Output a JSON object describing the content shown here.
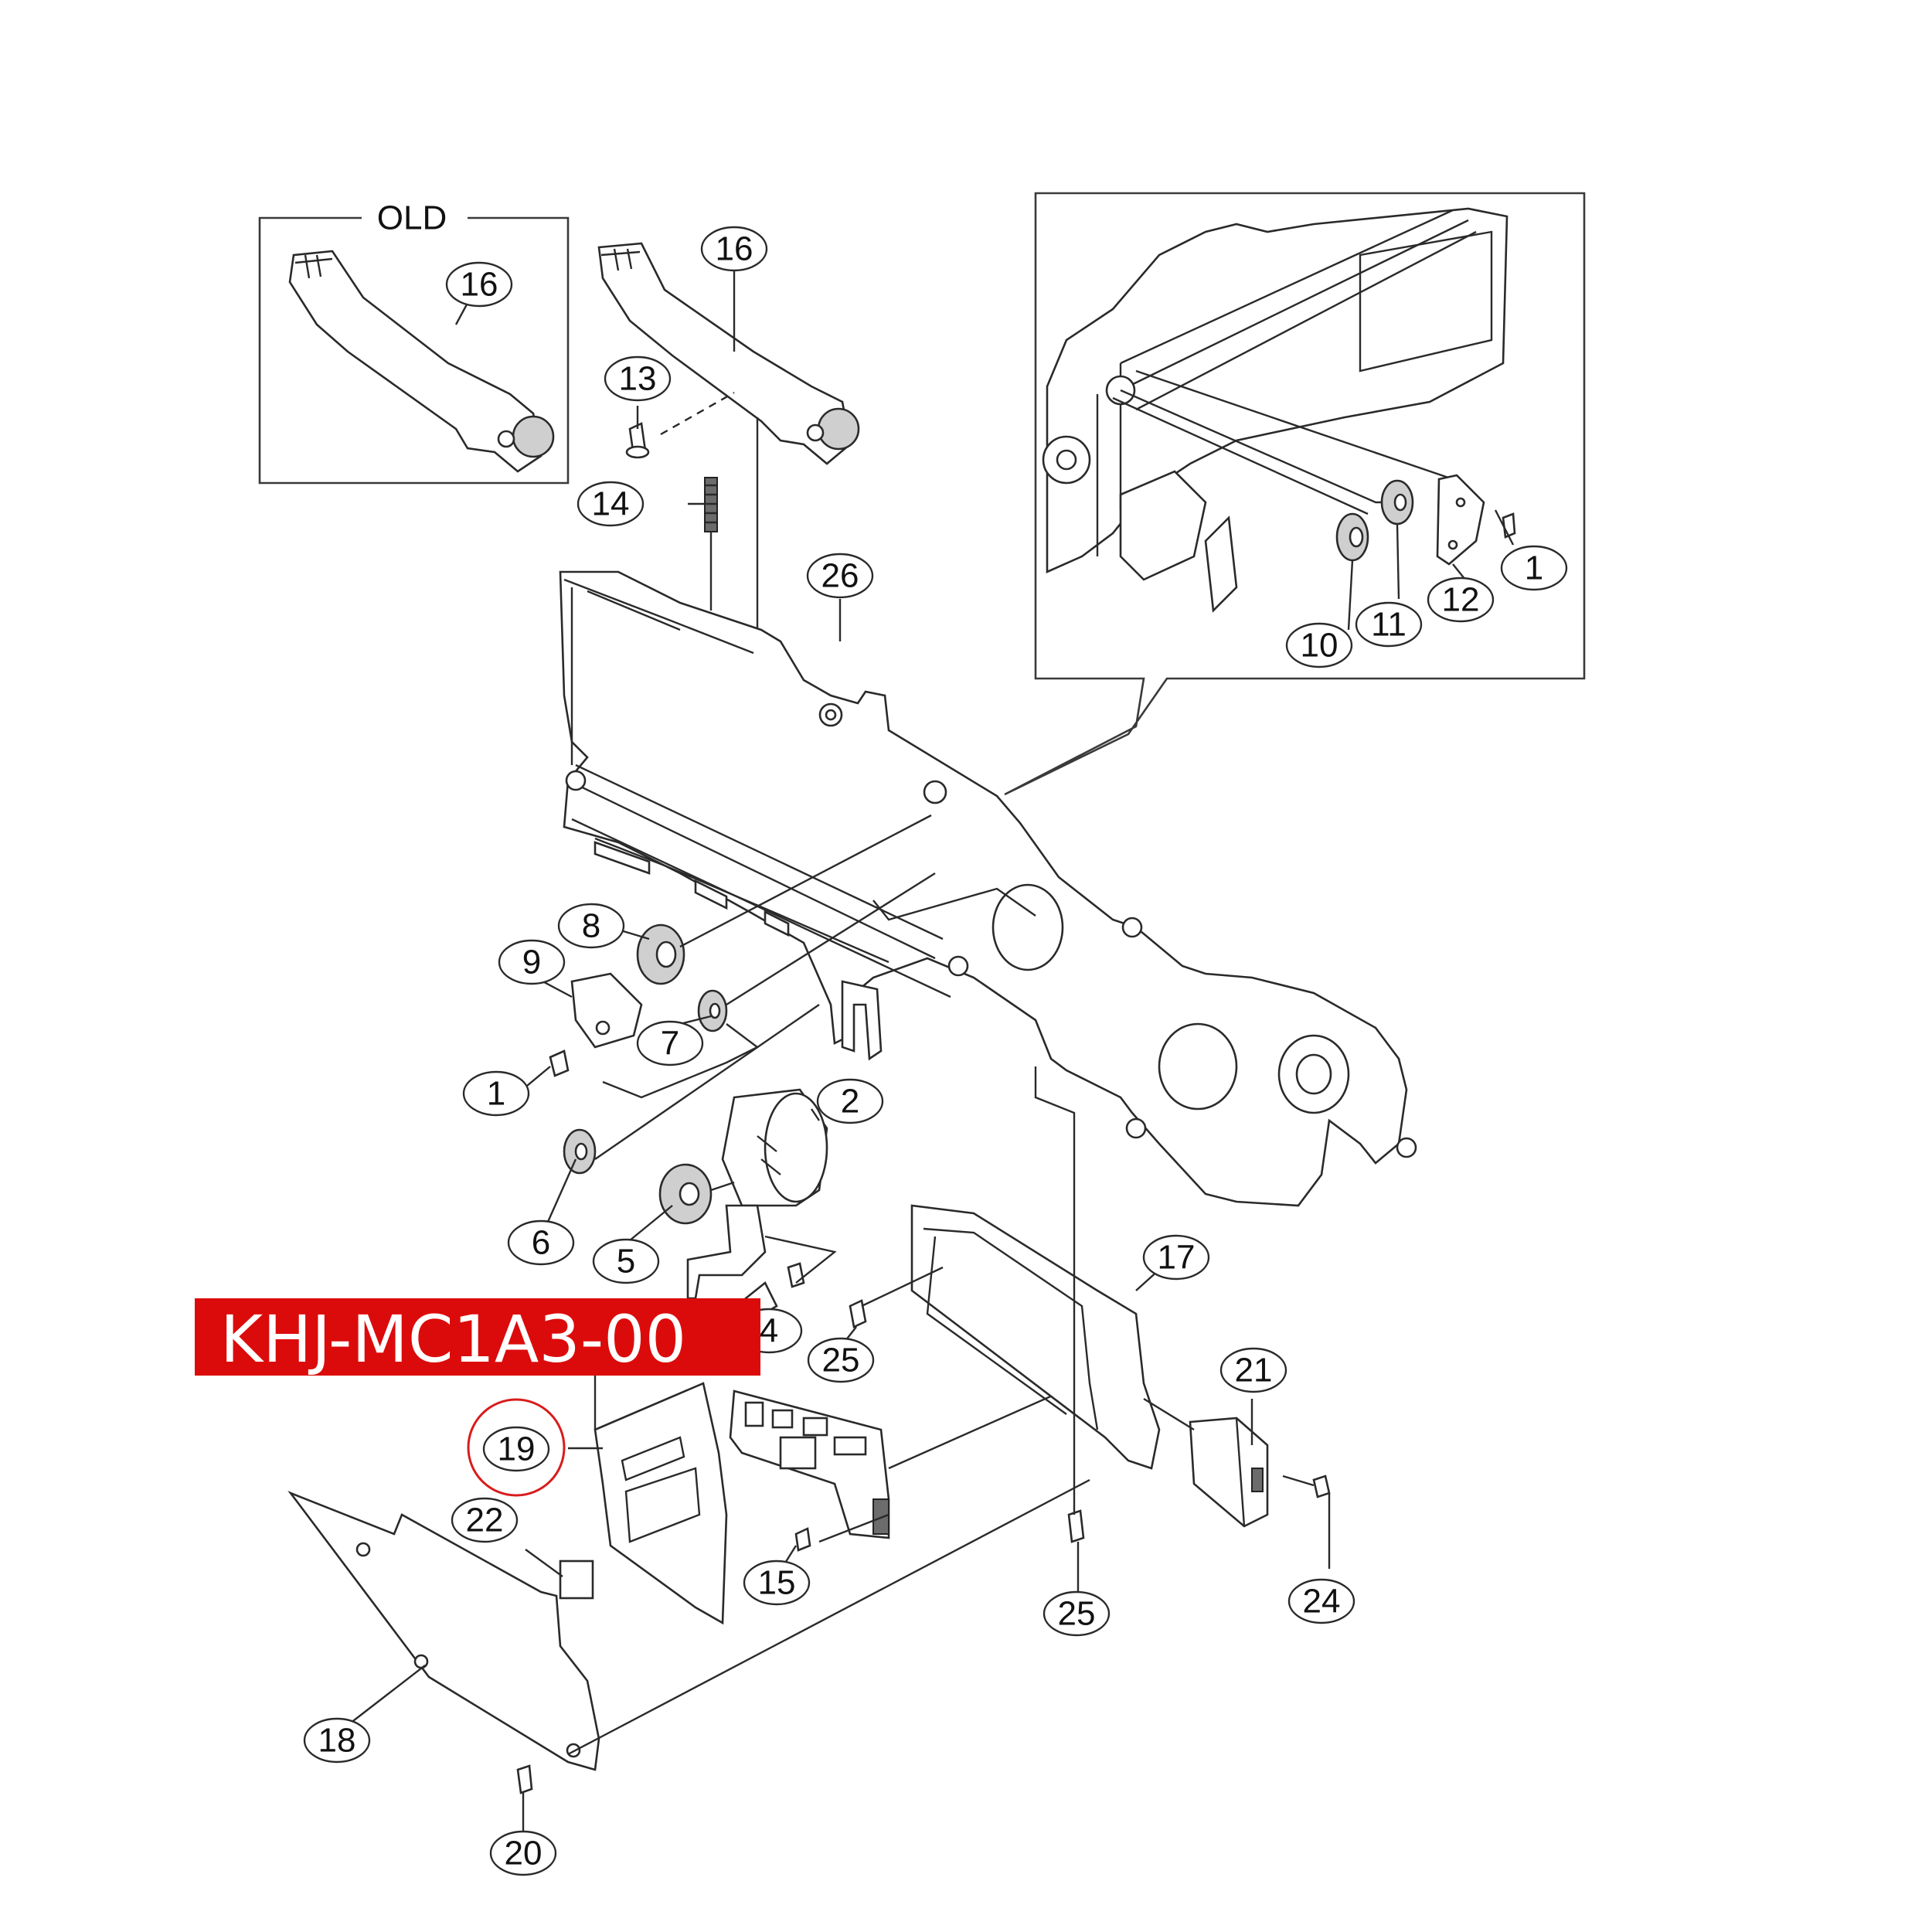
{
  "diagram": {
    "old_box_label": "OLD",
    "part_number_banner": "KHJ-MC1A3-00",
    "highlight_color": "#d81c1c",
    "banner_color": "#dc0b0b",
    "callouts": [
      "1",
      "1",
      "2",
      "4",
      "5",
      "6",
      "7",
      "8",
      "9",
      "10",
      "11",
      "12",
      "13",
      "14",
      "15",
      "16",
      "16",
      "17",
      "18",
      "19",
      "20",
      "21",
      "22",
      "24",
      "25",
      "25",
      "26"
    ],
    "highlighted_callout": "19"
  }
}
